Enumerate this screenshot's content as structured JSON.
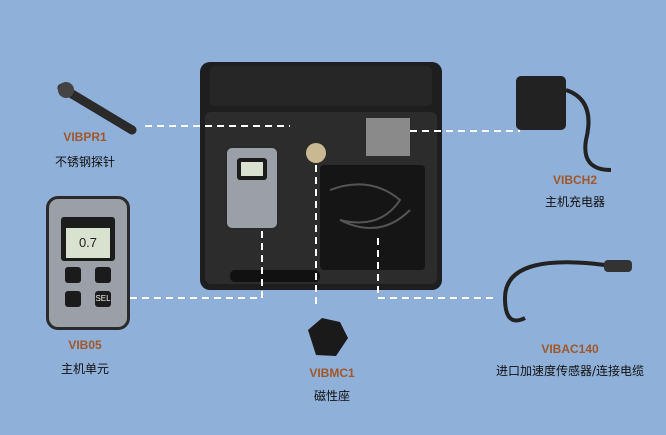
{
  "items": [
    {
      "code": "VIBPR1",
      "desc": "不锈钢探针"
    },
    {
      "code": "VIBCH2",
      "desc": "主机充电器"
    },
    {
      "code": "VIB05",
      "desc": "主机单元"
    },
    {
      "code": "VIBMC1",
      "desc": "磁性座"
    },
    {
      "code": "VIBAC140",
      "desc": "进口加速度传感器/连接电缆"
    }
  ],
  "device": {
    "reading": "0.7",
    "sel_label": "SEL"
  },
  "colors": {
    "background": "#8fb0d8",
    "code": "#a0582a"
  }
}
